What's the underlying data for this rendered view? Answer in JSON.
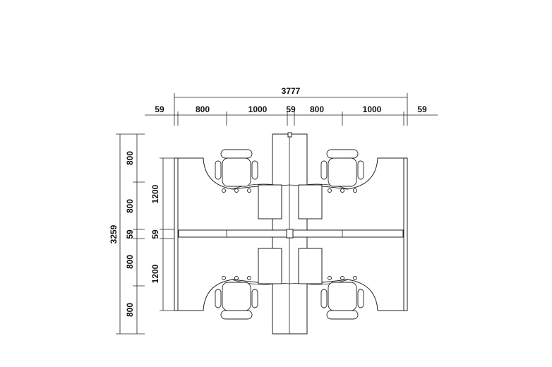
{
  "dimensions": {
    "top_total": "3777",
    "top_segments": [
      "59",
      "800",
      "1000",
      "59",
      "800",
      "1000",
      "59"
    ],
    "left_total": "3259",
    "left_segments": [
      "800",
      "800",
      "59",
      "800",
      "800"
    ],
    "inner_segments": [
      "1200",
      "59",
      "1200"
    ]
  }
}
